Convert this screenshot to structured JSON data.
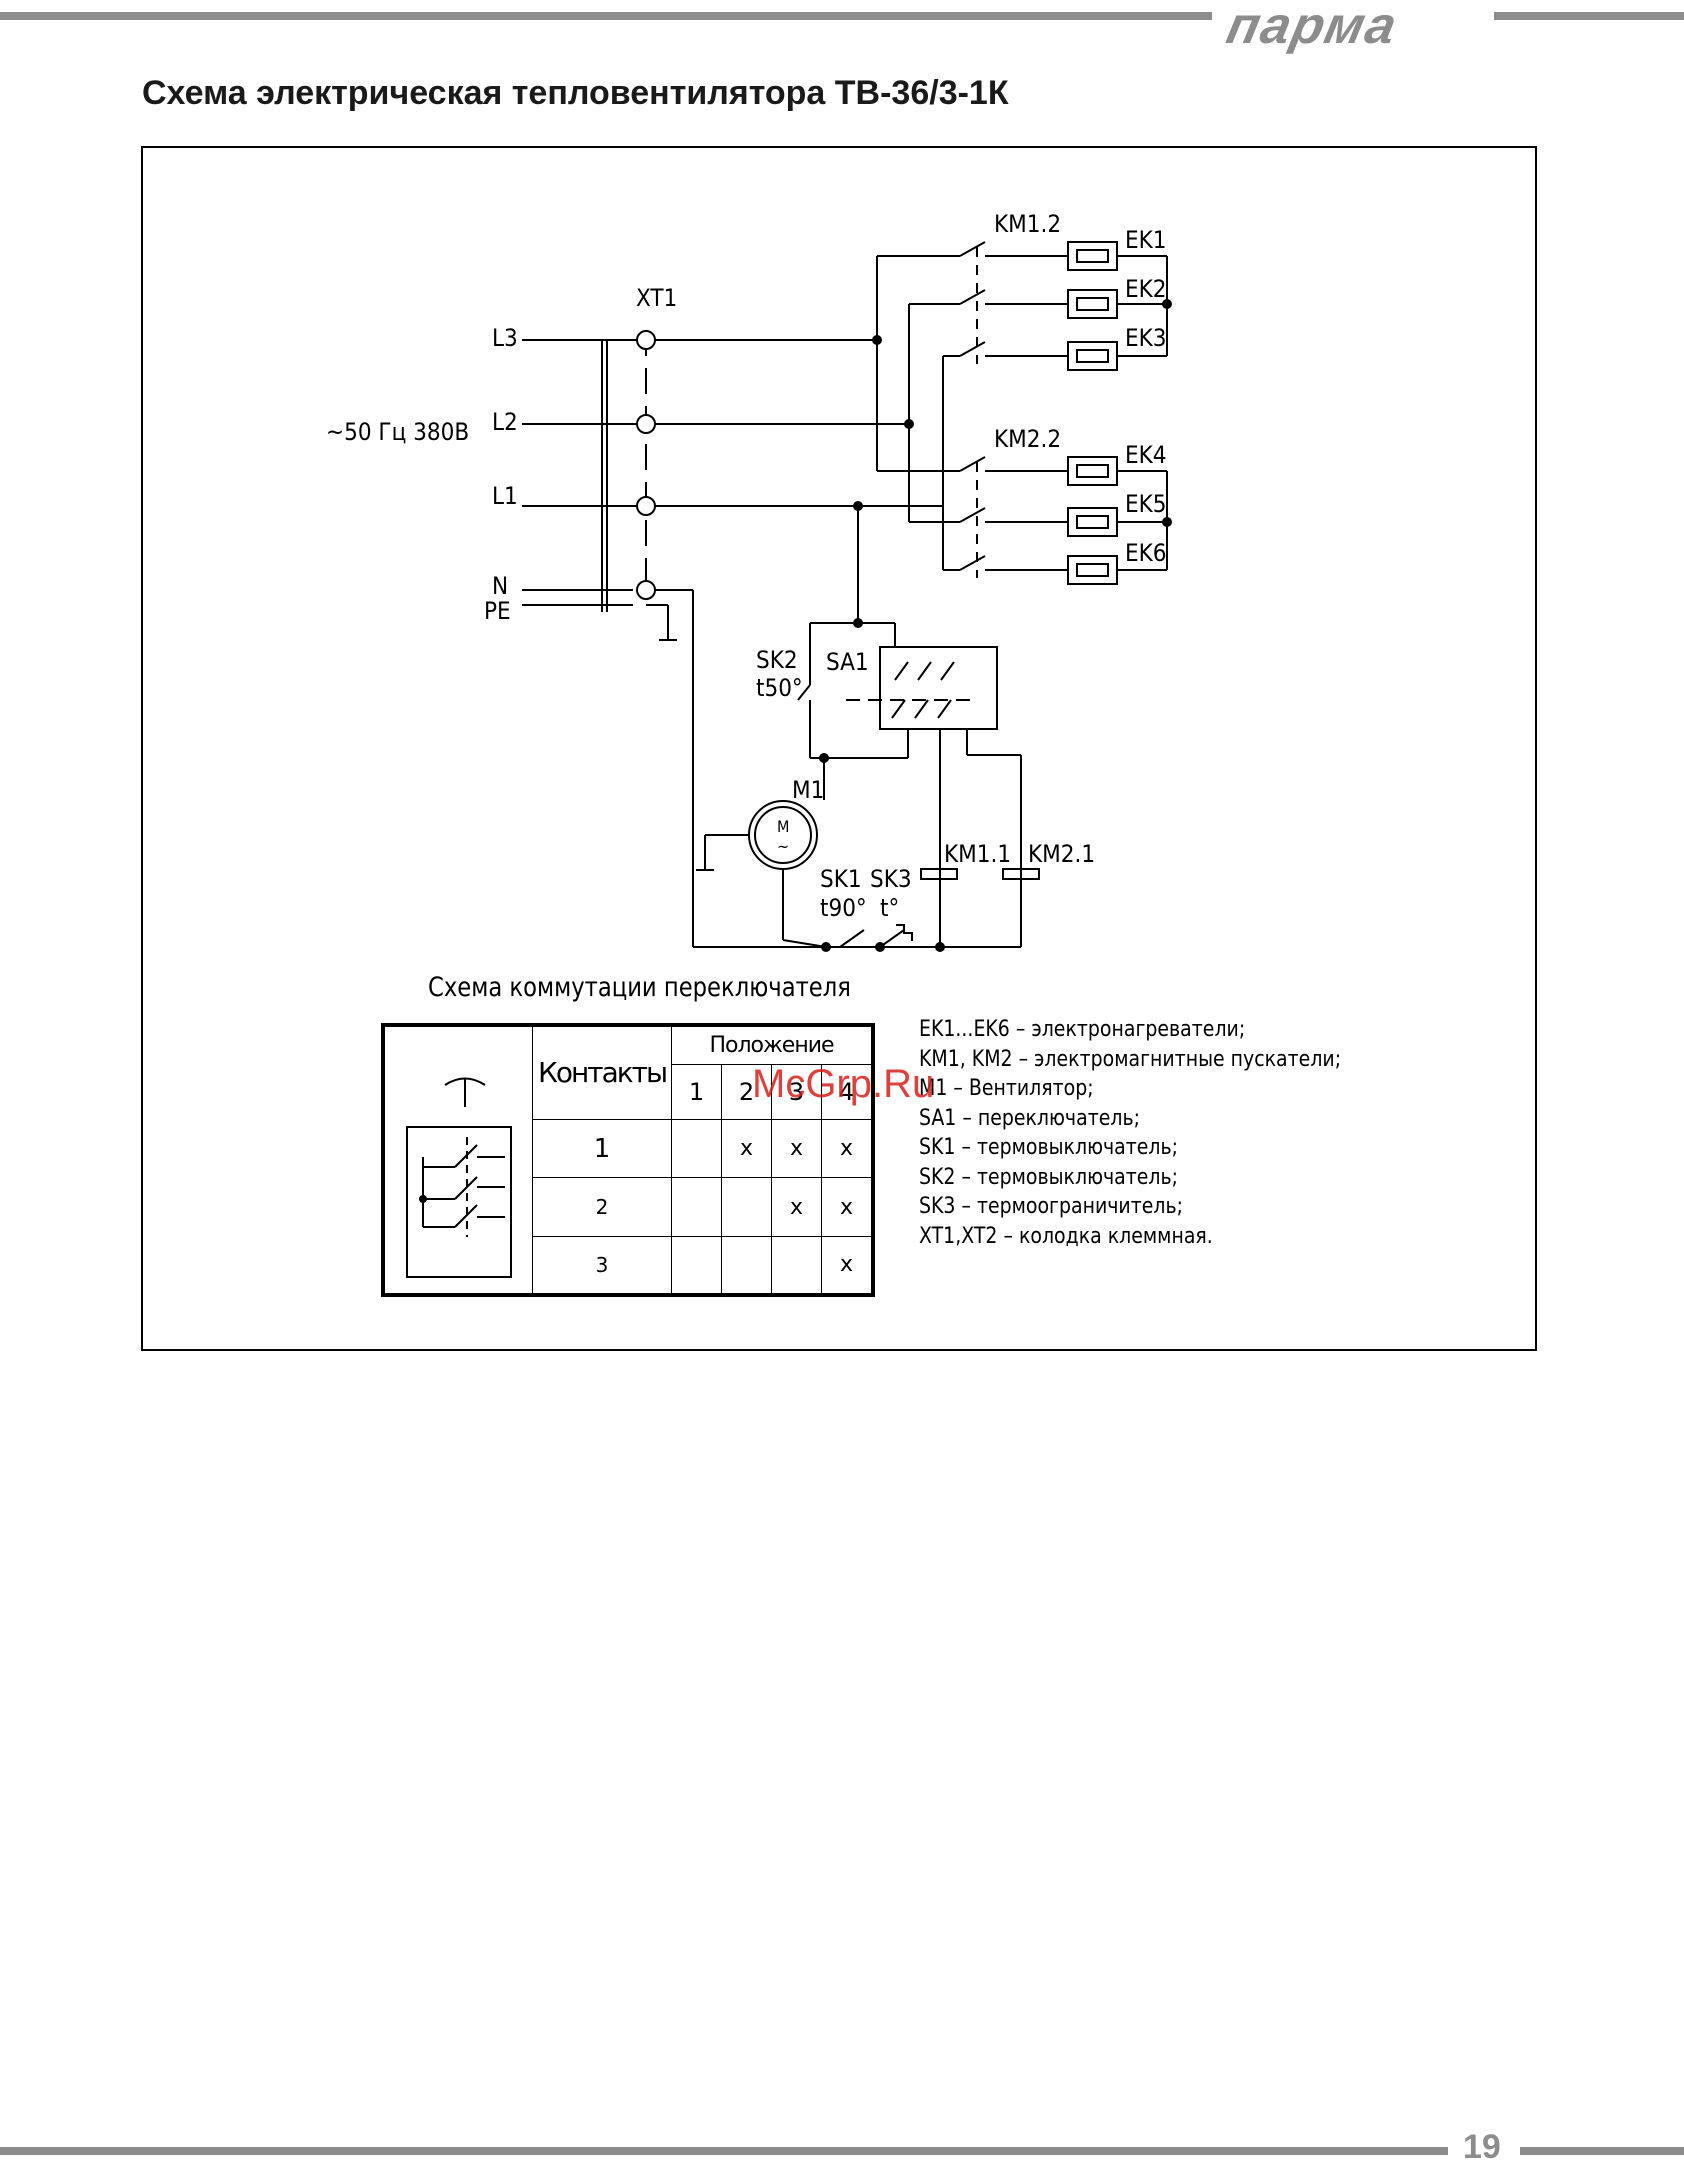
{
  "header": {
    "brand": "парма"
  },
  "title": "Схема электрическая тепловентилятора ТВ-36/3-1К",
  "diagram": {
    "xt1": "XT1",
    "supply": "~50 Гц 380В",
    "l3": "L3",
    "l2": "L2",
    "l1": "L1",
    "n": "N",
    "pe": "PE",
    "km12": "KM1.2",
    "km22": "KM2.2",
    "ek1": "EK1",
    "ek2": "EK2",
    "ek3": "EK3",
    "ek4": "EK4",
    "ek5": "EK5",
    "ek6": "EK6",
    "sk2": "SK2",
    "sk2_temp": "t50°",
    "sa1": "SA1",
    "m1": "M1",
    "motor_m": "M",
    "motor_ac": "~",
    "km11": "KM1.1",
    "km21": "KM2.1",
    "sk1": "SK1",
    "sk3": "SK3",
    "sk1_temp": "t90°",
    "sk3_temp": "t°"
  },
  "switch_table": {
    "title": "Схема коммутации переключателя",
    "contacts_header": "Контакты",
    "position_header": "Положение",
    "positions": [
      "1",
      "2",
      "3",
      "4"
    ],
    "rows": [
      {
        "contact": "1",
        "marks": [
          "",
          "x",
          "x",
          "x"
        ]
      },
      {
        "contact": "2",
        "marks": [
          "",
          "",
          "x",
          "x"
        ]
      },
      {
        "contact": "3",
        "marks": [
          "",
          "",
          "",
          "x"
        ]
      }
    ]
  },
  "legend": [
    "EK1...EK6 – электронагреватели;",
    "KM1, KM2 – электромагнитные пускатели;",
    "M1 – Вентилятор;",
    "SA1 – переключатель;",
    "SK1 – термовыключатель;",
    "SK2 – термовыключатель;",
    "SK3 – термоограничитель;",
    "XT1,XT2 – колодка клеммная."
  ],
  "watermark": "McGrp.Ru",
  "footer": {
    "page_number": "19"
  }
}
